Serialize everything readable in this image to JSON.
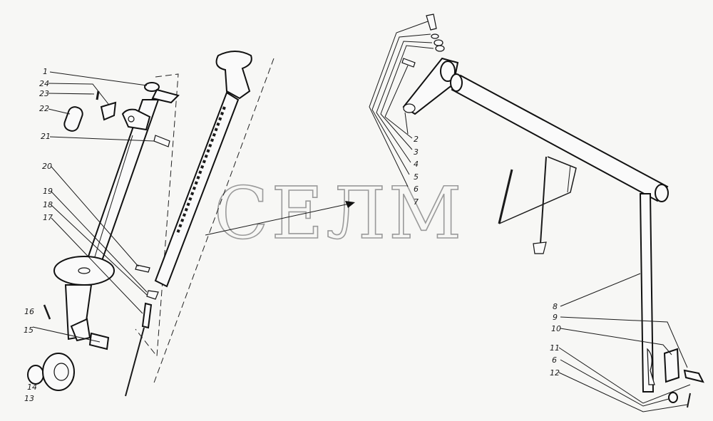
{
  "watermark": "СЕЛМ",
  "callouts_left": [
    "1",
    "24",
    "23",
    "22",
    "21",
    "20",
    "19",
    "18",
    "17",
    "16",
    "15",
    "14",
    "13"
  ],
  "callouts_right_top": [
    "2",
    "3",
    "4",
    "5",
    "6",
    "7"
  ],
  "callouts_right_bottom": [
    "8",
    "9",
    "10",
    "11",
    "6",
    "12"
  ]
}
